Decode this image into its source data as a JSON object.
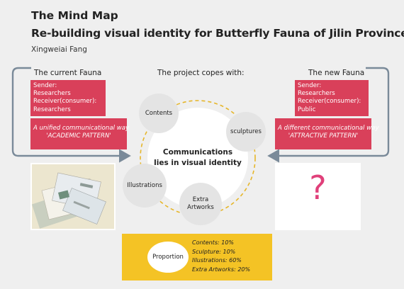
{
  "title": "The Mind Map",
  "subtitle": "Re-building visual identity for Butterfly Fauna of Jilin Province",
  "author": "Xingweiai Fang",
  "left": {
    "heading": "The current Fauna",
    "sender_lines": [
      "Sender:",
      "Researchers",
      "Receiver(consumer):",
      "Researchers"
    ],
    "slogan_lines": [
      "A unified communicational way",
      "'ACADEMIC PATTERN'"
    ]
  },
  "middle": {
    "heading": "The project copes with:",
    "center_lines": [
      "Communications",
      "lies in visual identity"
    ],
    "bubbles": {
      "contents": "Contents",
      "sculptures": "sculptures",
      "illustrations": "Illustrations",
      "extra_line1": "Extra",
      "extra_line2": "Artworks"
    }
  },
  "right": {
    "heading": "The new Fauna",
    "sender_lines": [
      "Sender:",
      "Researchers",
      "Receiver(consumer):",
      "Public"
    ],
    "slogan_lines": [
      "A different communicational way",
      "'ATTRACTIVE PATTERN'"
    ],
    "question_mark": "?"
  },
  "proportion": {
    "label": "Proportion",
    "items": [
      "Contents: 10%",
      "Sculpture: 10%",
      "Illustrations: 60%",
      "Extra Artworks: 20%"
    ]
  },
  "colors": {
    "pink": "#d9405a",
    "yellow": "#f4c325",
    "bracket": "#7a8a99",
    "dashed_ring": "#e6b62a",
    "question_mark": "#e0407a"
  }
}
